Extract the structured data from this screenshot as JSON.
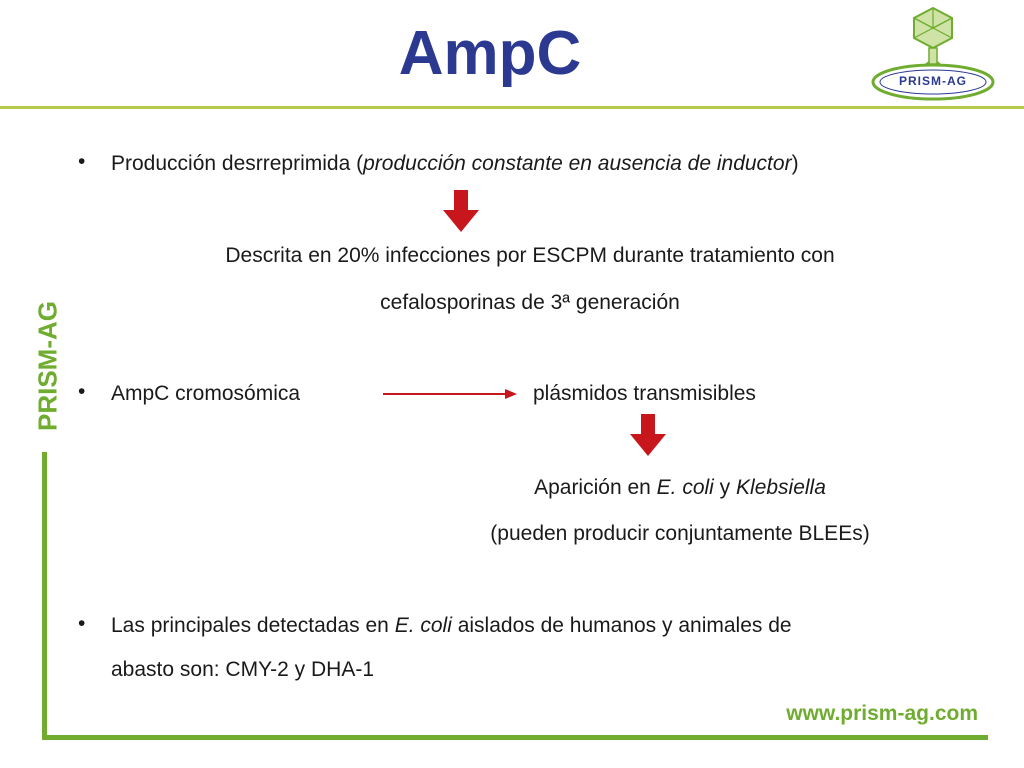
{
  "title": "AmpC",
  "logo": {
    "text": "PRISM-AG"
  },
  "side_label": "PRISM-AG",
  "bullet_char": "•",
  "bullets": {
    "b1": {
      "prefix": "Producción desrreprimida (",
      "italic": "producción constante en ausencia de inductor",
      "suffix": ")"
    },
    "b1_result": {
      "line1": "Descrita en 20% infecciones por ESCPM durante tratamiento con",
      "line2": "cefalosporinas de 3ª generación"
    },
    "b2": {
      "left": "AmpC cromosómica",
      "right": "plásmidos transmisibles"
    },
    "b2_result": {
      "l1_a": "Aparición en ",
      "l1_b": "E. coli",
      "l1_c": " y ",
      "l1_d": "Klebsiella",
      "line2": "(pueden producir conjuntamente BLEEs)"
    },
    "b3": {
      "a": "Las principales detectadas en ",
      "b": "E. coli",
      "c": " aislados de humanos y animales de",
      "line2": "abasto son: CMY-2 y DHA-1"
    }
  },
  "footer_url": "www.prism-ag.com",
  "colors": {
    "title": "#2b3990",
    "accent_green": "#6fac2f",
    "arrow_red": "#c8161d"
  },
  "icons": [
    "down-arrow-icon",
    "right-arrow-icon",
    "virus-logo-icon"
  ]
}
